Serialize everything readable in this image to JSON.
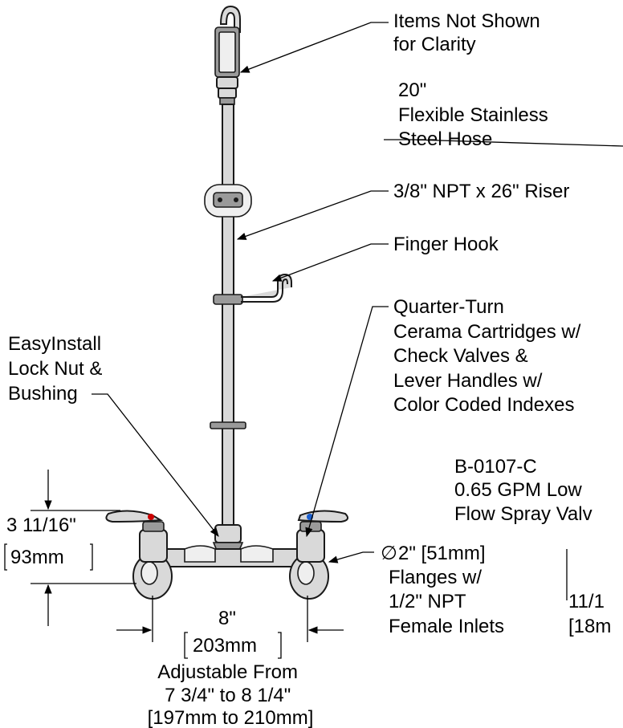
{
  "callouts": {
    "items_not_shown": [
      "Items Not Shown",
      "for Clarity"
    ],
    "hose": [
      "20\"",
      "Flexible Stainless",
      "Steel Hose"
    ],
    "riser": "3/8\" NPT x 26\" Riser",
    "finger_hook": "Finger Hook",
    "cartridges": [
      "Quarter-Turn",
      "Cerama Cartridges w/",
      "Check Valves &",
      "Lever Handles w/",
      "Color Coded Indexes"
    ],
    "easyinstall": [
      "EasyInstall",
      "Lock Nut &",
      "Bushing"
    ],
    "spray_valve": [
      "B-0107-C",
      "0.65 GPM Low",
      "Flow Spray Valv"
    ],
    "flanges": [
      "2\" [51mm]",
      "Flanges w/",
      "1/2\" NPT",
      "Female Inlets"
    ],
    "flange_diameter_symbol": "∅",
    "right_edge_dim": [
      "11/1",
      "[18m"
    ]
  },
  "dimensions": {
    "height_in": "3 11/16\"",
    "height_mm": "93mm",
    "center_in": "8\"",
    "center_mm": "203mm",
    "adjustable": [
      "Adjustable From",
      "7 3/4\" to 8 1/4\"",
      "[197mm to 210mm]"
    ]
  }
}
